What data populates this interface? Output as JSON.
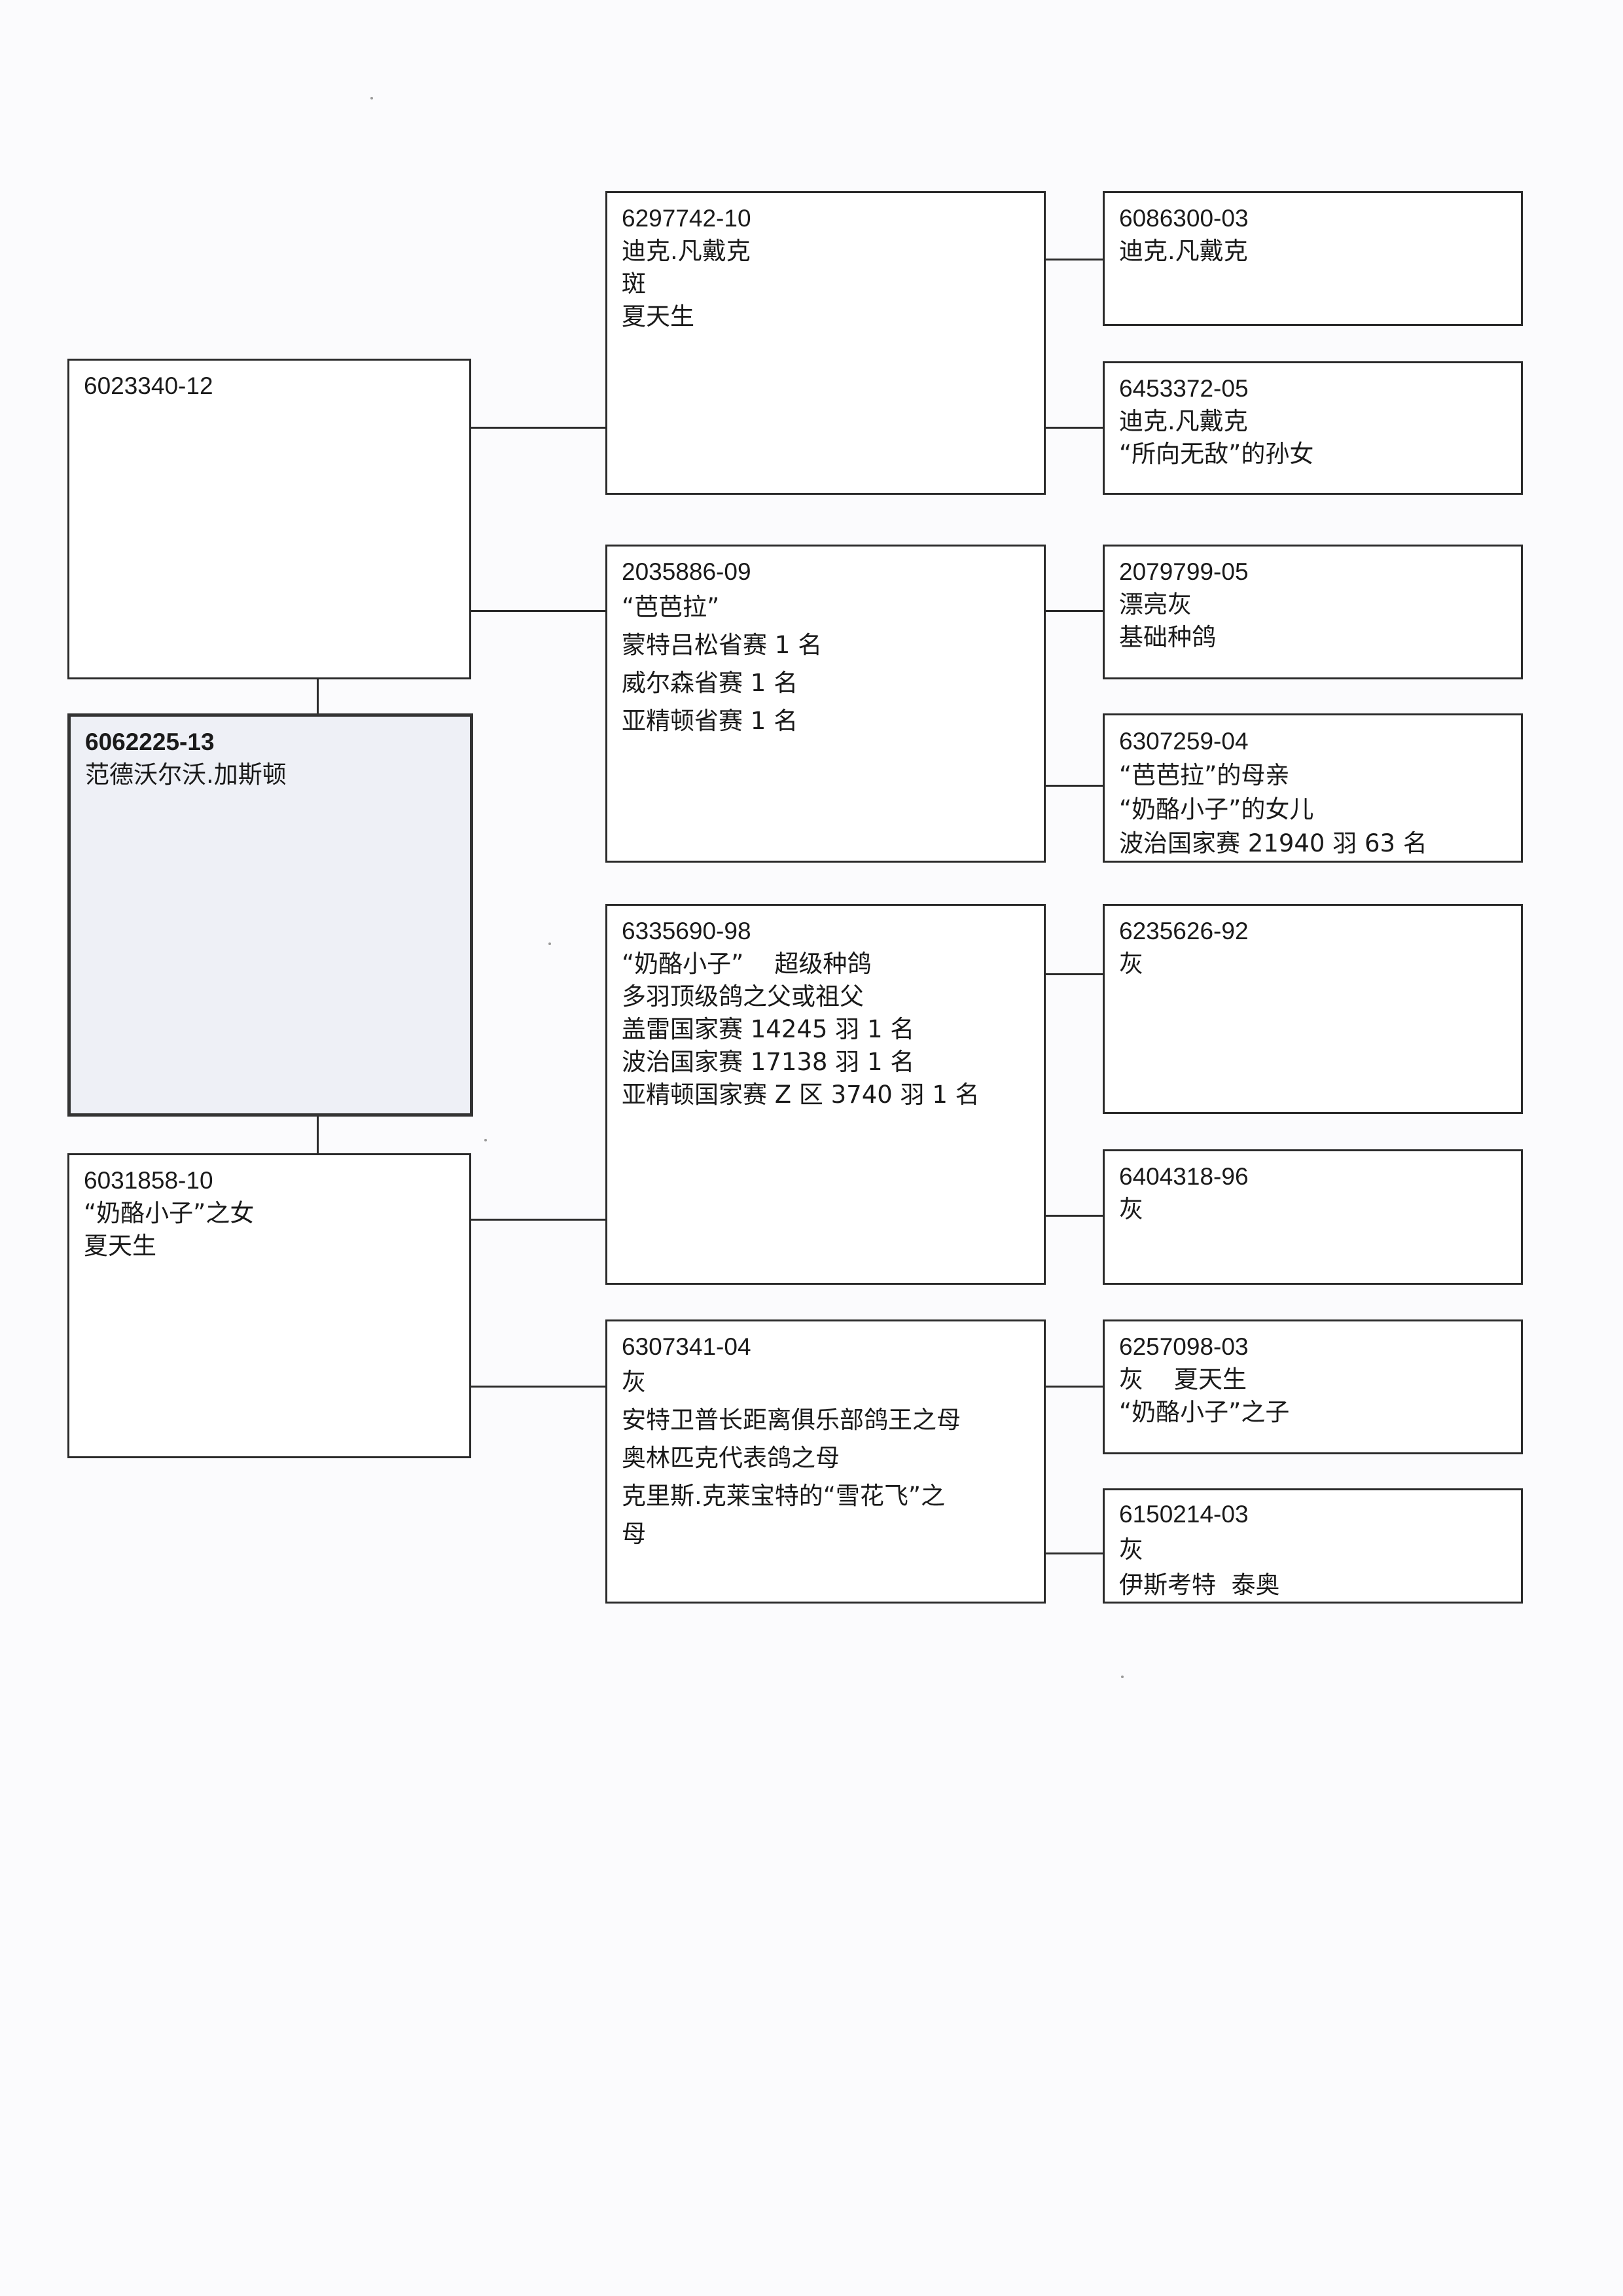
{
  "pedigree": {
    "subject": {
      "ring": "6062225-13",
      "lines": [
        "范德沃尔沃.加斯顿"
      ]
    },
    "sire": {
      "ring": "6023340-12",
      "lines": []
    },
    "dam": {
      "ring": "6031858-10",
      "lines": [
        "“奶酪小子”之女",
        "夏天生"
      ]
    },
    "sire_sire": {
      "ring": "6297742-10",
      "lines": [
        "迪克.凡戴克",
        "斑",
        "夏天生"
      ]
    },
    "sire_dam": {
      "ring": "2035886-09",
      "lines": [
        "“芭芭拉”",
        "蒙特吕松省赛 1 名",
        "威尔森省赛 1 名",
        "亚精顿省赛 1 名"
      ]
    },
    "dam_sire": {
      "ring": "6335690-98",
      "lines": [
        "“奶酪小子”    超级种鸽",
        "多羽顶级鸽之父或祖父",
        "盖雷国家赛 14245 羽 1 名",
        "波治国家赛 17138 羽 1 名",
        "亚精顿国家赛 Z 区 3740 羽 1 名"
      ]
    },
    "dam_dam": {
      "ring": "6307341-04",
      "lines": [
        "灰",
        "安特卫普长距离俱乐部鸽王之母",
        "奥林匹克代表鸽之母",
        "克里斯.克莱宝特的“雪花飞”之",
        "母"
      ]
    },
    "ss_sire": {
      "ring": "6086300-03",
      "lines": [
        "迪克.凡戴克"
      ]
    },
    "ss_dam": {
      "ring": "6453372-05",
      "lines": [
        "迪克.凡戴克",
        "“所向无敌”的孙女"
      ]
    },
    "sd_sire": {
      "ring": "2079799-05",
      "lines": [
        "漂亮灰",
        "基础种鸽"
      ]
    },
    "sd_dam": {
      "ring": "6307259-04",
      "lines": [
        "“芭芭拉”的母亲",
        "“奶酪小子”的女儿",
        "波治国家赛 21940 羽 63 名"
      ]
    },
    "ds_sire": {
      "ring": "6235626-92",
      "lines": [
        "灰"
      ]
    },
    "ds_dam": {
      "ring": "6404318-96",
      "lines": [
        "灰"
      ]
    },
    "dd_sire": {
      "ring": "6257098-03",
      "lines": [
        "灰    夏天生",
        "“奶酪小子”之子"
      ]
    },
    "dd_dam": {
      "ring": "6150214-03",
      "lines": [
        "灰",
        "伊斯考特  泰奥"
      ]
    }
  },
  "colors": {
    "border": "#2a2a2a",
    "subject_fill": "#eef0f6",
    "page": "#fbfbfd"
  }
}
